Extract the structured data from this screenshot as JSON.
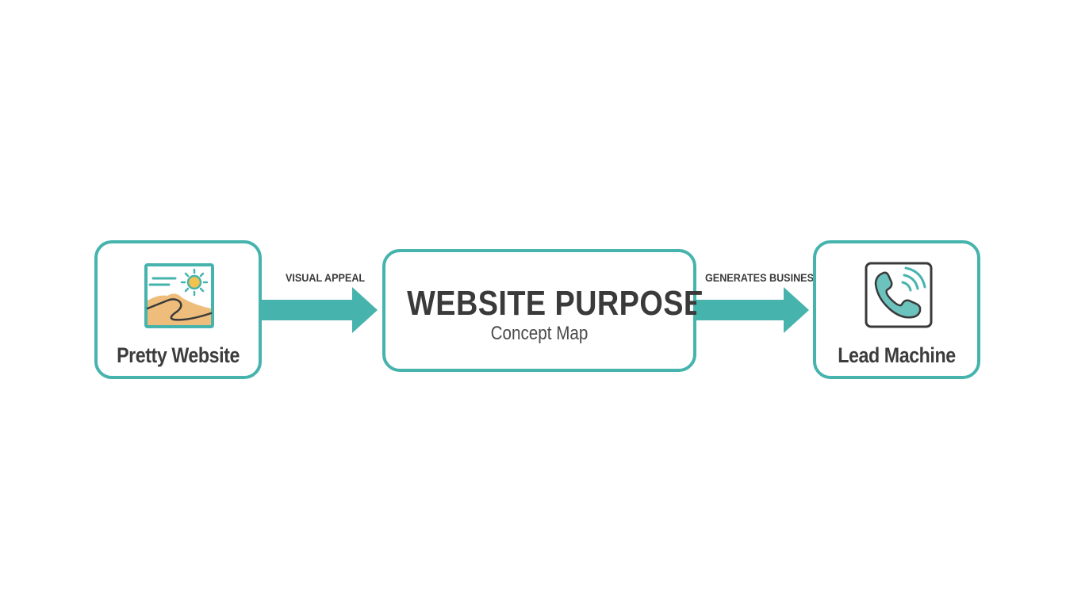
{
  "nodes": {
    "left": {
      "label": "Pretty Website",
      "icon": "landscape-image-icon"
    },
    "center": {
      "title": "WEBSITE PURPOSE",
      "subtitle": "Concept Map"
    },
    "right": {
      "label": "Lead Machine",
      "icon": "phone-ringing-icon"
    }
  },
  "edges": [
    {
      "from": "Pretty Website",
      "to": "WEBSITE PURPOSE",
      "label": "VISUAL APPEAL"
    },
    {
      "from": "WEBSITE PURPOSE",
      "to": "Lead Machine",
      "label": "GENERATES BUSINESS"
    }
  ],
  "colors": {
    "accent": "#46b3ad",
    "text": "#3a3a3a",
    "sand": "#efbd7b",
    "sun": "#f2c14e"
  }
}
